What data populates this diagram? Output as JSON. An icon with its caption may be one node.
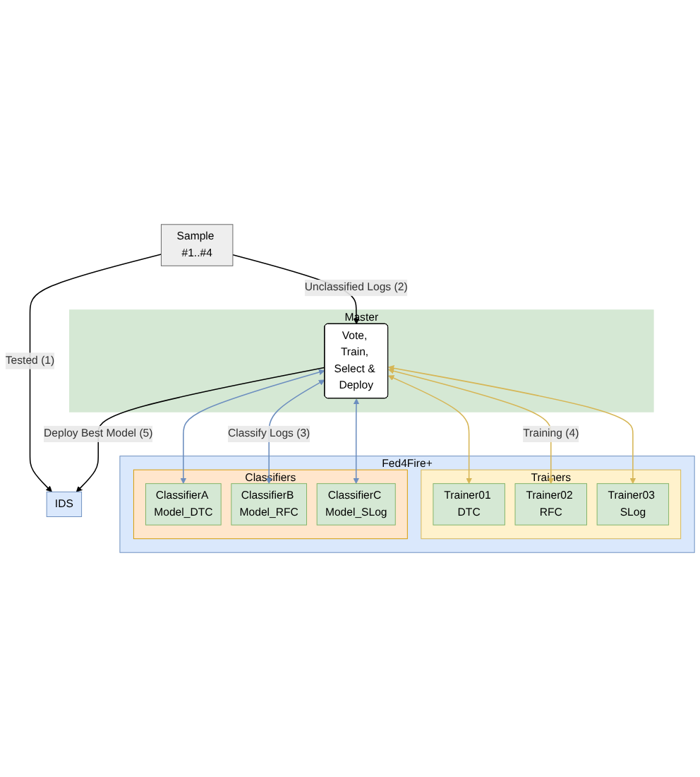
{
  "diagram": {
    "nodes": [
      {
        "text": [
          "Sample #1..#4"
        ]
      },
      {
        "text": [
          "IDS"
        ]
      },
      {
        "text": [
          "Master"
        ]
      },
      {
        "text": [
          "Vote, Train, Select & Deploy"
        ],
        "in": 2
      },
      {
        "text": [
          "Fed4Fire+"
        ]
      },
      {
        "text": [
          "Classifiers"
        ],
        "in": 4
      },
      {
        "text": [
          "ClassifierA Model_DTC"
        ],
        "in": 5
      },
      {
        "text": [
          "ClassifierB Model_RFC"
        ],
        "in": 5
      },
      {
        "text": [
          "ClassifierC Model_SLog"
        ],
        "in": 5
      },
      {
        "text": [
          "Trainers"
        ],
        "in": 4
      },
      {
        "text": [
          "Trainer01 DTC"
        ],
        "in": 9
      },
      {
        "text": [
          "Trainer02 RFC"
        ],
        "in": 9
      },
      {
        "text": [
          "Trainer03 SLog"
        ],
        "in": 9
      }
    ],
    "edges": [
      {
        "from": 0,
        "to": 1,
        "arrow": "to",
        "label": "Tested (1)"
      },
      {
        "from": 0,
        "to": 3,
        "arrow": "to",
        "label": "Unclassified Logs (2)"
      },
      {
        "from": 3,
        "to": 1,
        "arrow": "to",
        "label": "Deploy Best Model (5)"
      },
      {
        "from": 3,
        "to": 6,
        "arrow": "both",
        "color": "#6c8ebf"
      },
      {
        "from": 3,
        "to": 7,
        "arrow": "both",
        "color": "#6c8ebf",
        "label": "Classify Logs (3)"
      },
      {
        "from": 3,
        "to": 8,
        "arrow": "both",
        "color": "#6c8ebf"
      },
      {
        "from": 3,
        "to": 10,
        "arrow": "both",
        "color": "#d6b656"
      },
      {
        "from": 3,
        "to": 11,
        "arrow": "both",
        "color": "#d6b656",
        "label": "Training (4)"
      },
      {
        "from": 3,
        "to": 12,
        "arrow": "both",
        "color": "#d6b656"
      }
    ]
  }
}
